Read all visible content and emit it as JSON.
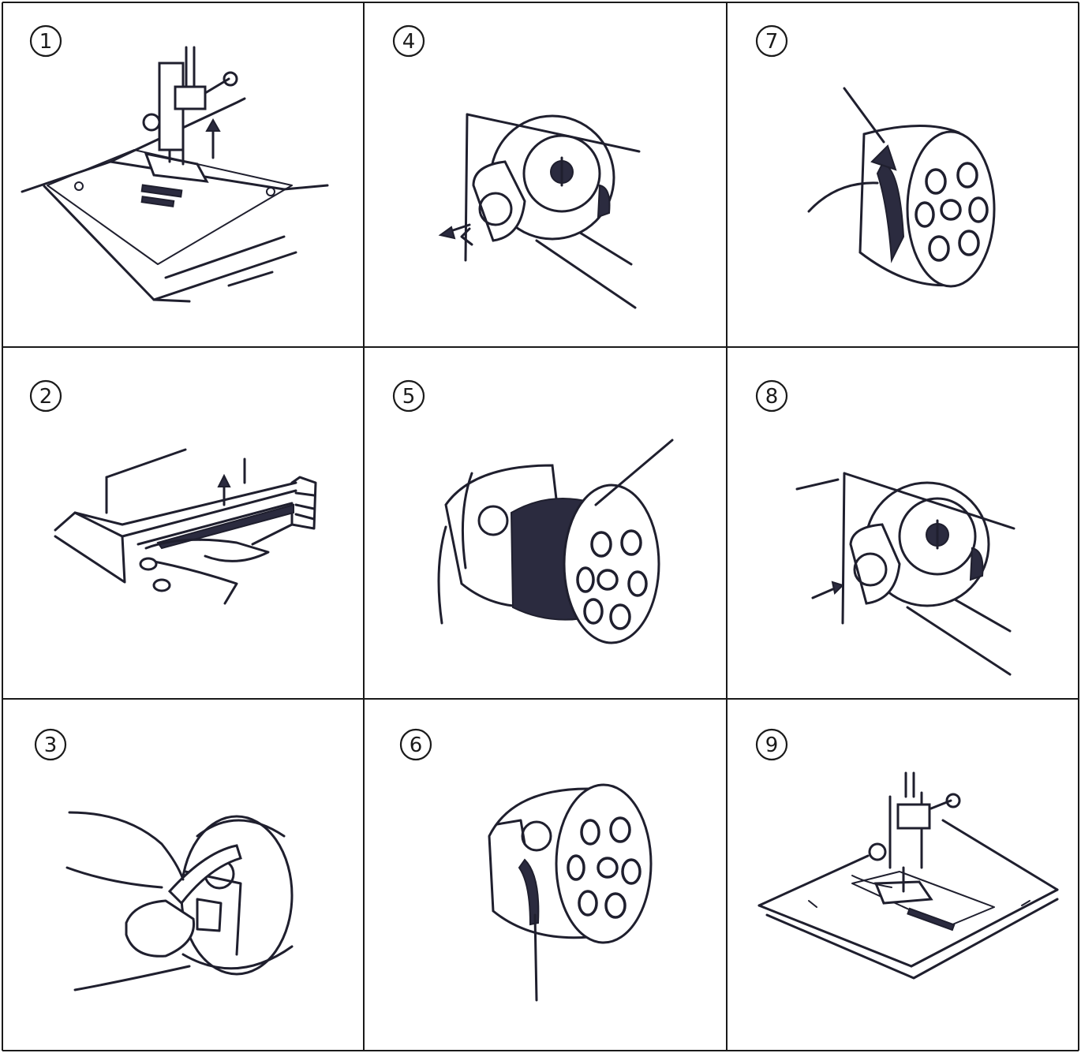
{
  "panels": [
    {
      "step": "1",
      "icon": "presser-foot-raised-icon"
    },
    {
      "step": "4",
      "icon": "bobbin-case-removal-icon"
    },
    {
      "step": "7",
      "icon": "thread-slot-pull-icon"
    },
    {
      "step": "2",
      "icon": "slide-plate-open-icon"
    },
    {
      "step": "5",
      "icon": "bobbin-insert-icon"
    },
    {
      "step": "8",
      "icon": "bobbin-case-insert-icon"
    },
    {
      "step": "3",
      "icon": "bobbin-latch-icon"
    },
    {
      "step": "6",
      "icon": "thread-tension-spring-icon"
    },
    {
      "step": "9",
      "icon": "presser-foot-lowered-icon"
    }
  ],
  "colors": {
    "ink": "#1f1f2e",
    "border": "#1a1a1a",
    "paper": "#ffffff"
  }
}
